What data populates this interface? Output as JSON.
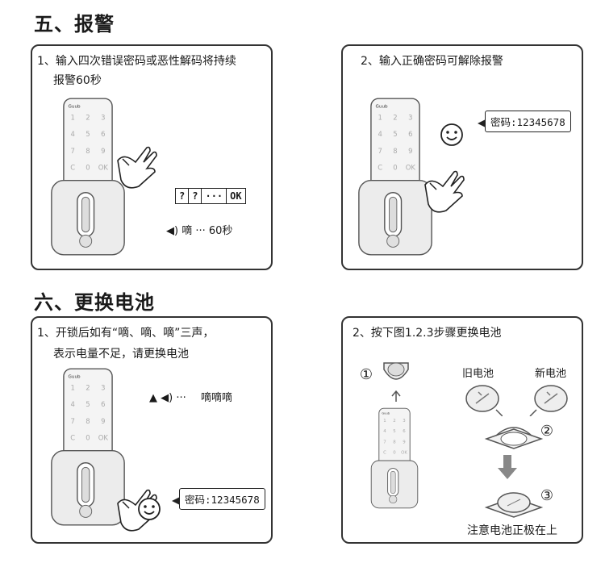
{
  "sections": {
    "alarm_title": "五、报警",
    "battery_title": "六、更换电池"
  },
  "panel1": {
    "line1": "1、输入四次错误密码或恶性解码将持续",
    "line2": "报警60秒",
    "code_keys": [
      "?",
      "?",
      "···",
      "OK"
    ],
    "sound_label": "嘀 ··· 60秒"
  },
  "panel2": {
    "line1": "2、输入正确密码可解除报警",
    "password": "密码:12345678"
  },
  "panel3": {
    "line1": "1、开锁后如有“嘀、嘀、嘀”三声，",
    "line2": "表示电量不足，请更换电池",
    "sound_label": "嘀嘀嘀",
    "password": "密码:12345678"
  },
  "panel4": {
    "line1": "2、按下图1.2.3步骤更换电池",
    "old_battery": "旧电池",
    "new_battery": "新电池",
    "step1": "①",
    "step2": "②",
    "step3": "③",
    "note": "注意电池正极在上"
  },
  "keypad": [
    "1",
    "2",
    "3",
    "4",
    "5",
    "6",
    "7",
    "8",
    "9",
    "C",
    "0",
    "OK"
  ],
  "lock_brand": "Guub",
  "colors": {
    "border": "#333333",
    "text": "#1a1a1a",
    "lock_body": "#f4f4f4"
  }
}
